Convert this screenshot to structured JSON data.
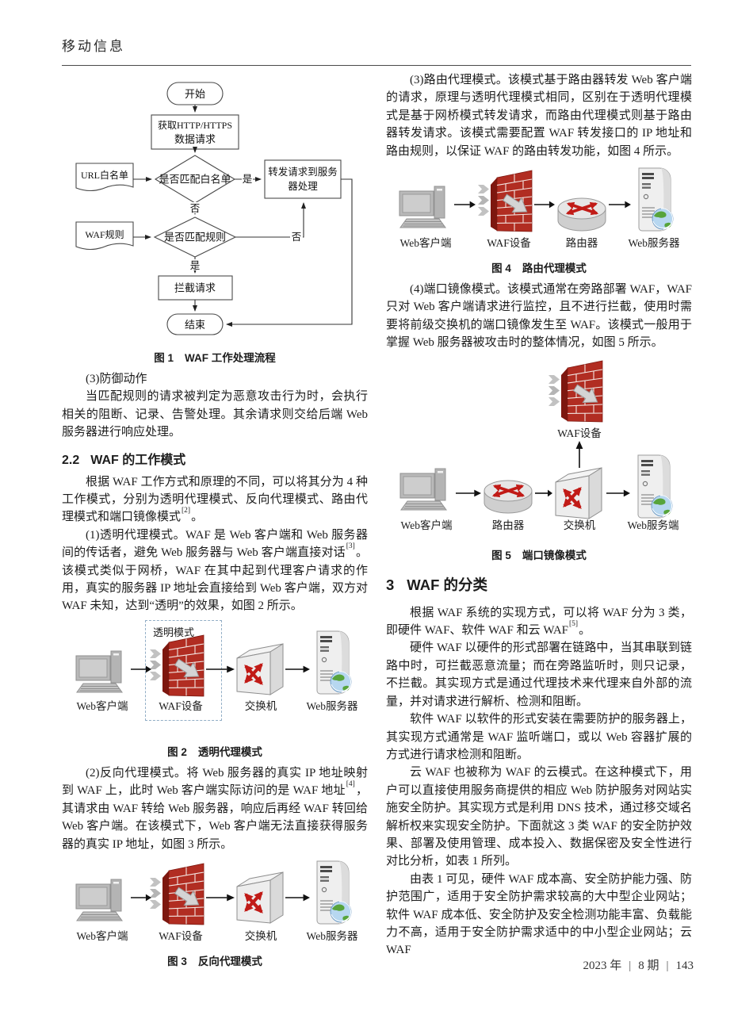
{
  "header": {
    "journal_title": "移动信息"
  },
  "footer": {
    "year": "2023 年",
    "separator": "|",
    "issue": "8 期",
    "page_number": "143"
  },
  "sections": {
    "s22": {
      "number": "2.2",
      "title": "WAF 的工作模式"
    },
    "s3": {
      "number": "3",
      "title": "WAF 的分类"
    }
  },
  "flowchart": {
    "start": "开始",
    "fetch_line1": "获取HTTP/HTTPS",
    "fetch_line2": "数据请求",
    "whitelist_input": "URL白名单",
    "match_whitelist": "是否匹配白名单",
    "forward_line1": "转发请求到服务",
    "forward_line2": "器处理",
    "rule_input": "WAF规则",
    "match_rule": "是否匹配规则",
    "intercept": "拦截请求",
    "end": "结束",
    "yes": "是",
    "no": "否"
  },
  "figures": {
    "fig1": {
      "label": "图 1",
      "title": "WAF 工作处理流程"
    },
    "fig2": {
      "label": "图 2",
      "title": "透明代理模式",
      "box_label": "透明模式",
      "nodes": [
        "Web客户端",
        "WAF设备",
        "交换机",
        "Web服务器"
      ]
    },
    "fig3": {
      "label": "图 3",
      "title": "反向代理模式",
      "nodes": [
        "Web客户端",
        "WAF设备",
        "交换机",
        "Web服务器"
      ]
    },
    "fig4": {
      "label": "图 4",
      "title": "路由代理模式",
      "nodes": [
        "Web客户端",
        "WAF设备",
        "路由器",
        "Web服务器"
      ]
    },
    "fig5": {
      "label": "图 5",
      "title": "端口镜像模式",
      "top_node": "WAF设备",
      "nodes": [
        "Web客户端",
        "路由器",
        "交换机",
        "Web服务端"
      ]
    }
  },
  "paragraphs": {
    "defense_title": [
      {
        "t": "(3)防御动作"
      }
    ],
    "defense_body": [
      {
        "t": "当匹配规则的请求被判定为恶意攻击行为时，会执行相关的阻断、记录、告警处理。其余请求则交给后端 Web 服务器进行响应处理。"
      }
    ],
    "modes_intro": [
      {
        "t": "根据 WAF 工作方式和原理的不同，可以将其分为 4 种工作模式，分别为透明代理模式、反向代理模式、路由代理模式和端口镜像模式"
      },
      {
        "sup": "[2]"
      },
      {
        "t": "。"
      }
    ],
    "transparent": [
      {
        "t": "(1)透明代理模式。WAF 是 Web 客户端和 Web 服务器间的传话者，避免 Web 服务器与 Web 客户端直接对话"
      },
      {
        "sup": "[3]"
      },
      {
        "t": "。该模式类似于网桥，WAF 在其中起到代理客户请求的作用，真实的服务器 IP 地址会直接给到 Web 客户端，双方对 WAF 未知，达到“透明”的效果，如图 2 所示。"
      }
    ],
    "reverse": [
      {
        "t": "(2)反向代理模式。将 Web 服务器的真实 IP 地址映射到 WAF 上，此时 Web 客户端实际访问的是 WAF 地址"
      },
      {
        "sup": "[4]"
      },
      {
        "t": "，其请求由 WAF 转给 Web 服务器，响应后再经 WAF 转回给 Web 客户端。在该模式下，Web 客户端无法直接获得服务器的真实 IP 地址，如图 3 所示。"
      }
    ],
    "route": [
      {
        "t": "(3)路由代理模式。该模式基于路由器转发 Web 客户端的请求，原理与透明代理模式相同，区别在于透明代理模式是基于网桥模式转发请求，而路由代理模式则基于路由器转发请求。该模式需要配置 WAF 转发接口的 IP 地址和路由规则，以保证 WAF 的路由转发功能，如图 4 所示。"
      }
    ],
    "mirror": [
      {
        "t": "(4)端口镜像模式。该模式通常在旁路部署 WAF，WAF 只对 Web 客户端请求进行监控，且不进行拦截，使用时需要将前级交换机的端口镜像发生至 WAF。该模式一般用于掌握 Web 服务器被攻击时的整体情况，如图 5 所示。"
      }
    ],
    "classify_intro": [
      {
        "t": "根据 WAF 系统的实现方式，可以将 WAF 分为 3 类，即硬件 WAF、软件 WAF 和云 WAF"
      },
      {
        "sup": "[5]"
      },
      {
        "t": "。"
      }
    ],
    "hardware": [
      {
        "t": "硬件 WAF 以硬件的形式部署在链路中，当其串联到链路中时，可拦截恶意流量；而在旁路监听时，则只记录，不拦截。其实现方式是通过代理技术来代理来自外部的流量，并对请求进行解析、检测和阻断。"
      }
    ],
    "software": [
      {
        "t": "软件 WAF 以软件的形式安装在需要防护的服务器上，其实现方式通常是 WAF 监听端口，或以 Web 容器扩展的方式进行请求检测和阻断。"
      }
    ],
    "cloud": [
      {
        "t": "云 WAF 也被称为 WAF 的云模式。在这种模式下，用户可以直接使用服务商提供的相应 Web 防护服务对网站实施安全防护。其实现方式是利用 DNS 技术，通过移交域名解析权来实现安全防护。下面就这 3 类 WAF 的安全防护效果、部署及使用管理、成本投入、数据保密及安全性进行对比分析，如表 1 所列。"
      }
    ],
    "table_analysis": [
      {
        "t": "由表 1 可见，硬件 WAF 成本高、安全防护能力强、防护范围广，适用于安全防护需求较高的大中型企业网站；软件 WAF 成本低、安全防护及安全检测功能丰富、负载能力不高，适用于安全防护需求适中的中小型企业网站；云 WAF"
      }
    ]
  },
  "colors": {
    "firewall_red": "#b12d22",
    "arrow_red": "#c11b17",
    "dashed_box": "#92aec6"
  }
}
